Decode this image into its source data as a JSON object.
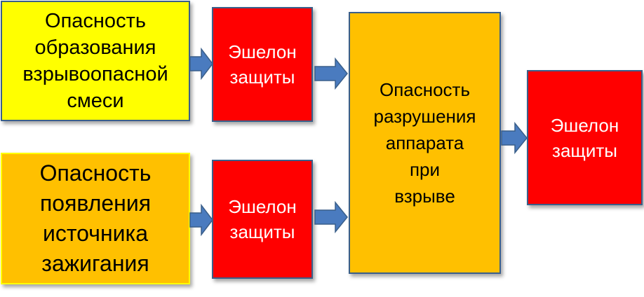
{
  "colors": {
    "yellow": "#ffff00",
    "orange": "#ffc000",
    "red": "#ff0000",
    "border": "#3a5f8a",
    "arrow": "#4a7bbf"
  },
  "nodes": {
    "explosive_mixture": "Опасность\nобразования\nвзрывоопасной\nсмеси",
    "ignition_source": "Опасность\nпоявления\nисточника\nзажигания",
    "defense_top": "Эшелон\nзащиты",
    "defense_bottom": "Эшелон\nзащиты",
    "apparatus_destruction": "Опасность\nразрушения\nаппарата\nпри\nвзрыве",
    "defense_final": "Эшелон\nзащиты"
  },
  "icons": {
    "arrow": "right-arrow-icon"
  }
}
